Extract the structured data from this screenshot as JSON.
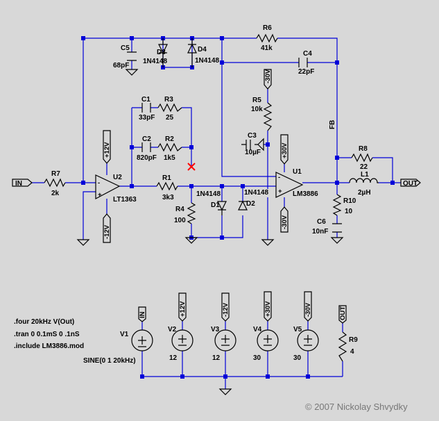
{
  "colors": {
    "background": "#d8d8d8",
    "wire": "#0000d8",
    "component": "#000000",
    "noconnect": "#ff0000",
    "copyright": "#777777"
  },
  "components": {
    "R7": {
      "ref": "R7",
      "value": "2k"
    },
    "R6": {
      "ref": "R6",
      "value": "41k"
    },
    "C5": {
      "ref": "C5",
      "value": "68pF"
    },
    "D3": {
      "ref": "D3",
      "value": "1N4148"
    },
    "D4": {
      "ref": "D4",
      "value": "1N4148"
    },
    "C4": {
      "ref": "C4",
      "value": "22pF"
    },
    "C1": {
      "ref": "C1",
      "value": "33pF"
    },
    "R3": {
      "ref": "R3",
      "value": "25"
    },
    "C2": {
      "ref": "C2",
      "value": "820pF"
    },
    "R2": {
      "ref": "R2",
      "value": "1k5"
    },
    "R1": {
      "ref": "R1",
      "value": "3k3"
    },
    "R4": {
      "ref": "R4",
      "value": "100"
    },
    "D1": {
      "ref": "D1",
      "value": "1N4148"
    },
    "D2": {
      "ref": "D2",
      "value": "1N4148"
    },
    "R5": {
      "ref": "R5",
      "value": "10k"
    },
    "C3": {
      "ref": "C3",
      "value": "10µF"
    },
    "U1": {
      "ref": "U1",
      "value": "LM3886"
    },
    "U2": {
      "ref": "U2",
      "value": "LT1363"
    },
    "R8": {
      "ref": "R8",
      "value": "22"
    },
    "L1": {
      "ref": "L1",
      "value": "2µH"
    },
    "R10": {
      "ref": "R10",
      "value": "10"
    },
    "C6": {
      "ref": "C6",
      "value": "10nF"
    },
    "V1": {
      "ref": "V1",
      "value": "SINE(0 1 20kHz)"
    },
    "V2": {
      "ref": "V2",
      "value": "12"
    },
    "V3": {
      "ref": "V3",
      "value": "12"
    },
    "V4": {
      "ref": "V4",
      "value": "30"
    },
    "V5": {
      "ref": "V5",
      "value": "30"
    },
    "R9": {
      "ref": "R9",
      "value": "4"
    }
  },
  "nets": {
    "in": "IN",
    "out": "OUT",
    "fb": "FB",
    "p12": "+12V",
    "n12": "-12V",
    "p30": "+30V",
    "n30": "-30V"
  },
  "directives": [
    ".four 20kHz V(Out)",
    ".tran 0 0.1mS 0 .1nS",
    ".include LM3886.mod"
  ],
  "copyright": "© 2007 Nickolay Shvydky"
}
